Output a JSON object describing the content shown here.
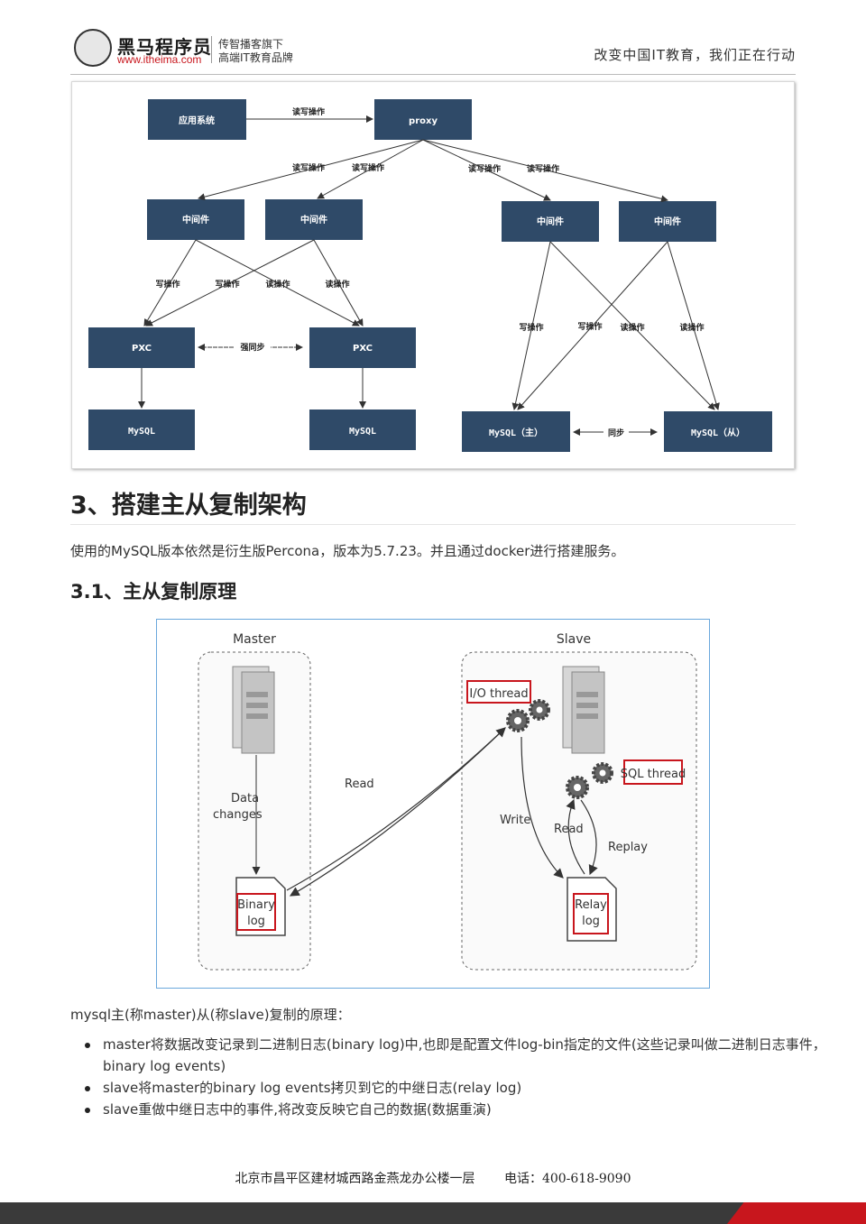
{
  "header": {
    "brand_name": "黑马程序员",
    "brand_url": "www.itheima.com",
    "tagline_line1": "传智播客旗下",
    "tagline_line2": "高端IT教育品牌",
    "slogan": "改变中国IT教育，我们正在行动"
  },
  "figure1": {
    "app_system": "应用系统",
    "proxy": "proxy",
    "rw_op": "读写操作",
    "middleware": "中间件",
    "write_op": "写操作",
    "read_op": "读操作",
    "pxc": "PXC",
    "strong_sync": "强同步",
    "mysql": "MySQL",
    "mysql_master": "MySQL（主）",
    "mysql_slave": "MySQL（从）",
    "sync": "同步"
  },
  "section3": {
    "title": "3、搭建主从复制架构",
    "intro": "使用的MySQL版本依然是衍生版Percona，版本为5.7.23。并且通过docker进行搭建服务。"
  },
  "section31": {
    "title": "3.1、主从复制原理"
  },
  "figure2": {
    "master": "Master",
    "slave": "Slave",
    "data_changes_1": "Data",
    "data_changes_2": "changes",
    "read": "Read",
    "write": "Write",
    "replay": "Replay",
    "io_thread": "I/O thread",
    "sql_thread": "SQL thread",
    "binary_1": "Binary",
    "binary_2": "log",
    "relay_1": "Relay",
    "relay_2": "log"
  },
  "principle": {
    "lead": "mysql主(称master)从(称slave)复制的原理：",
    "items": [
      "master将数据改变记录到二进制日志(binary log)中,也即是配置文件log-bin指定的文件(这些记录叫做二进制日志事件，binary log events)",
      "slave将master的binary log events拷贝到它的中继日志(relay log)",
      "slave重做中继日志中的事件,将改变反映它自己的数据(数据重演)"
    ]
  },
  "footer": {
    "address": "北京市昌平区建材城西路金燕龙办公楼一层",
    "phone": "电话：400-618-9090"
  },
  "colors": {
    "box_fill": "#2f4a68",
    "accent_red": "#c8161d",
    "figure_border": "#6aa8dc"
  }
}
